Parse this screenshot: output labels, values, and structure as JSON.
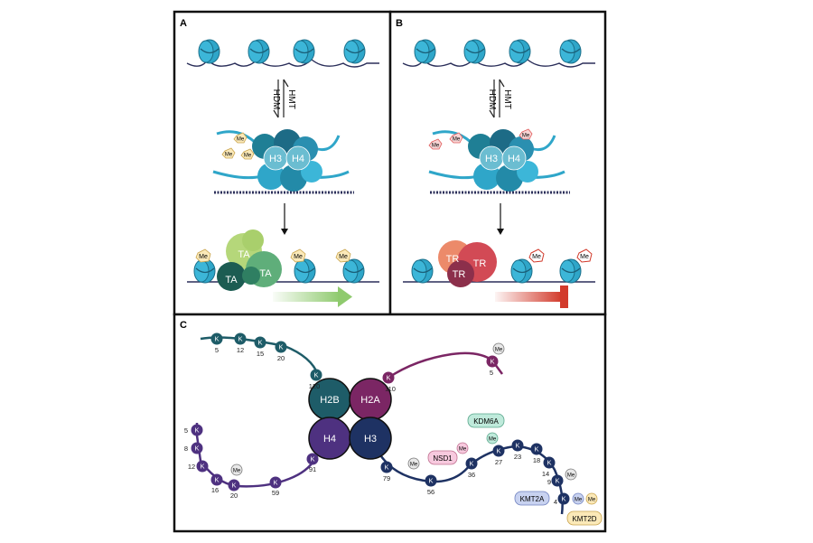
{
  "panels": {
    "a": {
      "letter": "A",
      "enzyme_left": "HDM",
      "enzyme_right": "HMT",
      "histone_left": "H3",
      "histone_right": "H4",
      "mark": "Me",
      "complex_label": "TA",
      "arrow_color": "#8fca6e"
    },
    "b": {
      "letter": "B",
      "enzyme_left": "HDM",
      "enzyme_right": "HMT",
      "histone_left": "H3",
      "histone_right": "H4",
      "mark": "Me",
      "complex_label": "TR",
      "repress_color": "#d23a2b"
    },
    "c": {
      "letter": "C",
      "residue": "K",
      "mark": "Me",
      "core": [
        "H2B",
        "H2A",
        "H4",
        "H3"
      ],
      "tails": {
        "h2b": [
          "5",
          "12",
          "15",
          "20",
          "120"
        ],
        "h2a": [
          "110",
          "5"
        ],
        "h4": [
          "5",
          "8",
          "12",
          "16",
          "20",
          "59",
          "91"
        ],
        "h3": [
          "79",
          "56",
          "36",
          "27",
          "23",
          "18",
          "14",
          "9",
          "4"
        ]
      },
      "enzymes": [
        "KDM6A",
        "NSD1",
        "KMT2A",
        "KMT2D"
      ]
    }
  },
  "colors": {
    "nucleosome": "#2fa6c9",
    "h2b": "#1e5c68",
    "h2a": "#7b2664",
    "h4": "#4e3180",
    "h3": "#1e3263",
    "me_pale": "#fbe9b8",
    "me_red": "#e05c5c"
  }
}
